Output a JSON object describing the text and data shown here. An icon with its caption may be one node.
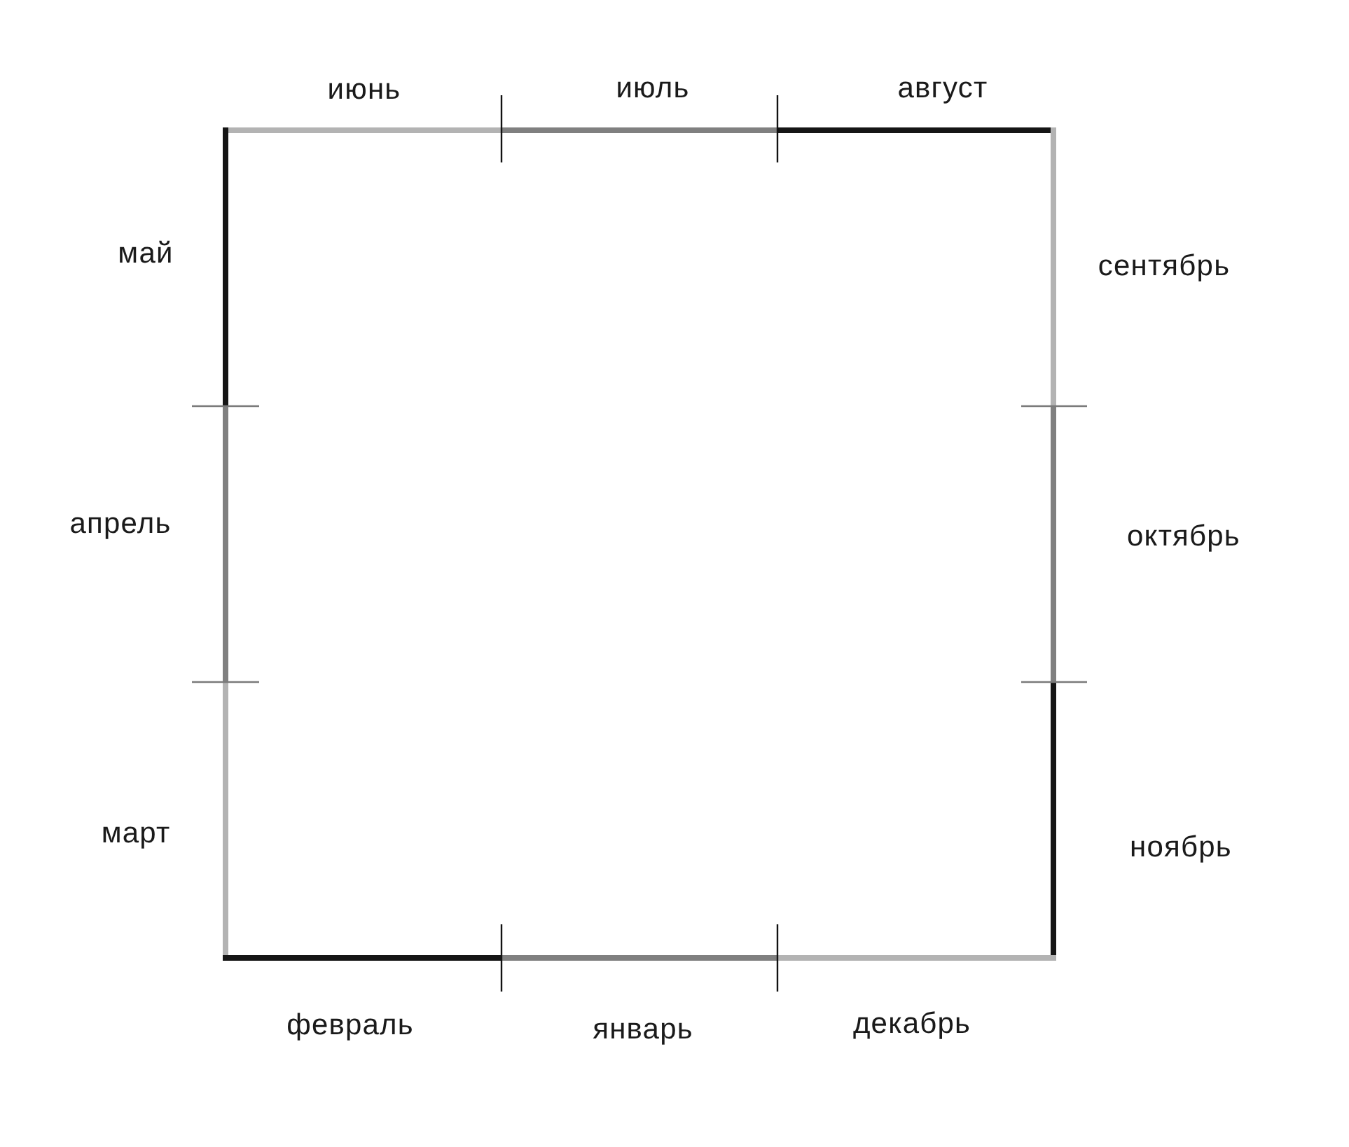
{
  "diagram": {
    "labels": [
      "июнь",
      "июль",
      "август",
      "май",
      "сентябрь",
      "апрель",
      "октябрь",
      "март",
      "ноябрь",
      "февраль",
      "январь",
      "декабрь"
    ]
  }
}
